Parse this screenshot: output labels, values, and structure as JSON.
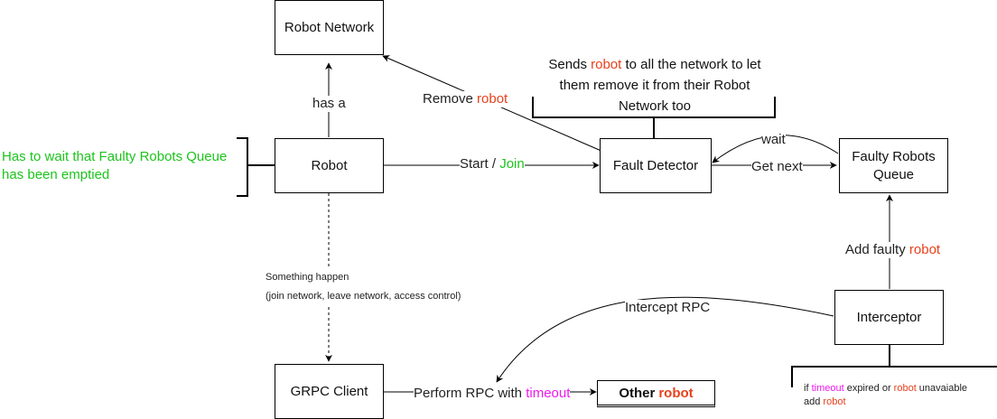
{
  "colors": {
    "red": "#e8411c",
    "green": "#1cc41c",
    "magenta": "#ee18ee",
    "text": "#111111"
  },
  "nodes": {
    "robot_network": "Robot Network",
    "robot": "Robot",
    "fault_detector": "Fault Detector",
    "faulty_queue_line1": "Faulty Robots",
    "faulty_queue_line2": "Queue",
    "grpc_client": "GRPC Client",
    "interceptor": "Interceptor",
    "other_a": "Other ",
    "other_b": "robot"
  },
  "edges": {
    "has_a": "has a",
    "remove_a": "Remove ",
    "remove_b": "robot",
    "start_a": "Start / ",
    "start_b": "Join",
    "wait": "wait",
    "get_next": "Get next",
    "add_faulty_a": "Add faulty ",
    "add_faulty_b": "robot",
    "intercept_rpc": "Intercept RPC",
    "perform_a": "Perform RPC with ",
    "perform_b": "timeout",
    "something_line1": "Something happen",
    "something_line2": "(join network, leave network, access control)"
  },
  "notes": {
    "sends_a": "Sends ",
    "sends_b": "robot",
    "sends_c": " to all the network to let",
    "sends_line2": "them remove it from their Robot",
    "sends_line3": "Network too",
    "wait_line1": "Has to wait that Faulty Robots Queue",
    "wait_line2": "has been emptied",
    "if_a": "if ",
    "if_b": "timeout",
    "if_c": " expired or ",
    "if_d": "robot",
    "if_e": " unavaiable",
    "if_f": "add ",
    "if_g": "robot"
  }
}
